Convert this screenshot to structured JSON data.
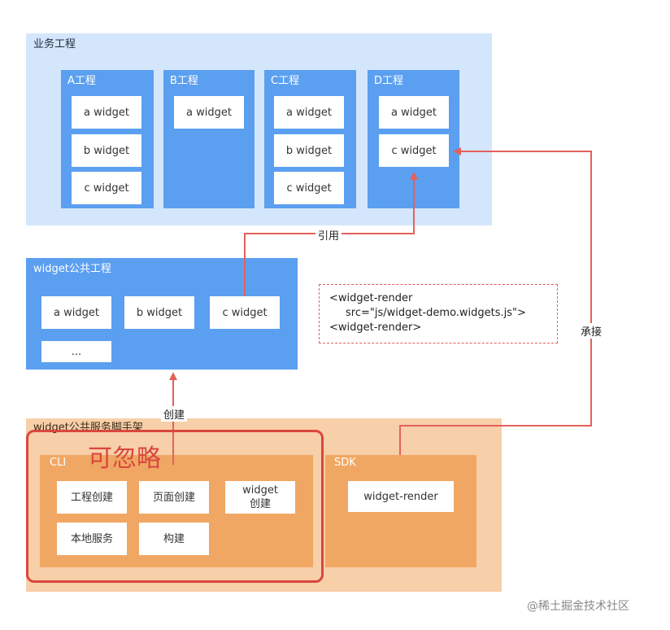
{
  "business_area": {
    "label": "业务工程",
    "projects": [
      {
        "title": "A工程",
        "widgets": [
          "a widget",
          "b widget",
          "c widget"
        ]
      },
      {
        "title": "B工程",
        "widgets": [
          "a widget"
        ]
      },
      {
        "title": "C工程",
        "widgets": [
          "a widget",
          "b widget",
          "c widget"
        ]
      },
      {
        "title": "D工程",
        "widgets": [
          "a widget",
          "c widget"
        ]
      }
    ]
  },
  "common_project": {
    "label": "widget公共工程",
    "widgets": [
      "a widget",
      "b widget",
      "c widget",
      "..."
    ]
  },
  "code_snippet": {
    "line1": "<widget-render",
    "line2": "src=\"js/widget-demo.widgets.js\">",
    "line3": "<widget-render>"
  },
  "arrows": {
    "reference": "引用",
    "create": "创建",
    "inherit": "承接"
  },
  "scaffold": {
    "label": "widget公共服务脚手架",
    "cli": {
      "title": "CLI",
      "items": [
        "工程创建",
        "页面创建",
        "widget\n创建",
        "本地服务",
        "构建"
      ]
    },
    "sdk": {
      "title": "SDK",
      "items": [
        "widget-render"
      ]
    }
  },
  "annotation": {
    "text": "可忽略"
  },
  "watermark": "@稀土掘金技术社区",
  "colors": {
    "light_blue": "#d4e6fb",
    "blue": "#5b9ff0",
    "light_orange": "#f7cfa8",
    "orange": "#f1a764",
    "red": "#e3615c"
  }
}
